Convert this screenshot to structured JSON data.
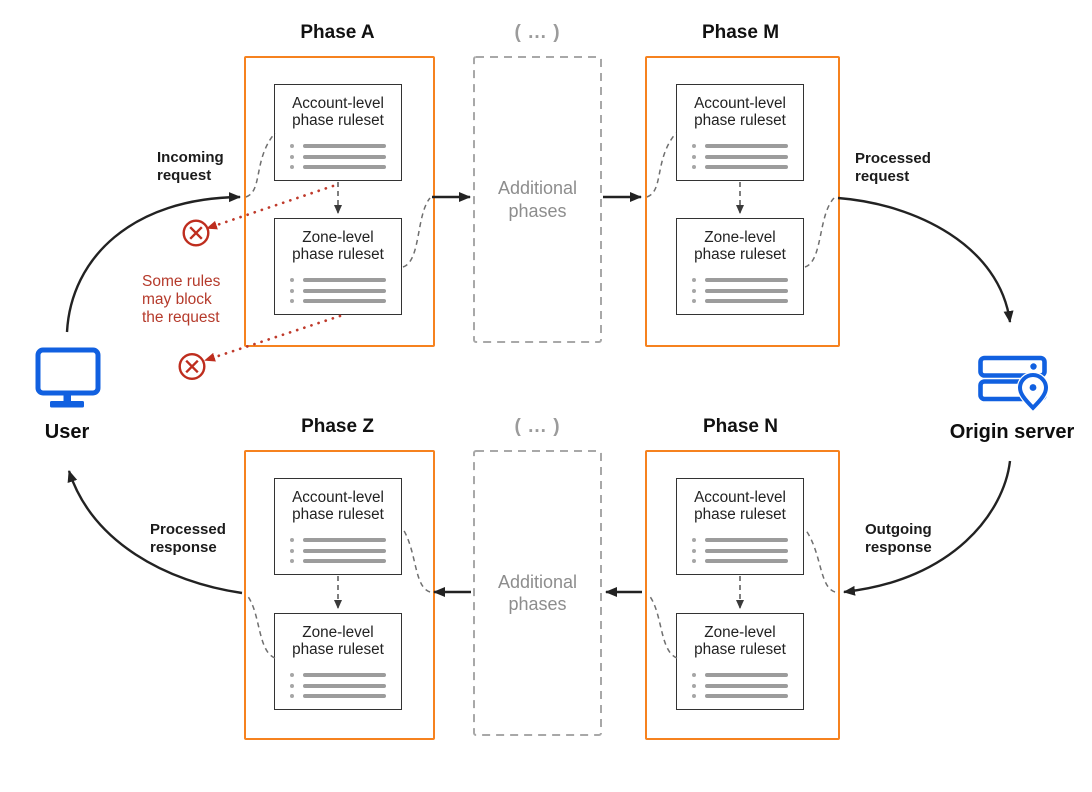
{
  "colors": {
    "orange": "#f6821f",
    "blue": "#1160e0",
    "red": "#b53a2b",
    "gray": "#8f8f8f",
    "black": "#1b1b1b"
  },
  "phases": {
    "a": "Phase A",
    "m": "Phase M",
    "z": "Phase Z",
    "n": "Phase N"
  },
  "ellipsis": "( ... )",
  "additional_phases": "Additional\nphases",
  "ruleset": {
    "account": "Account-level\nphase ruleset",
    "zone": "Zone-level\nphase ruleset"
  },
  "labels": {
    "incoming": "Incoming\nrequest",
    "processed_request": "Processed\nrequest",
    "outgoing": "Outgoing\nresponse",
    "processed_response": "Processed\nresponse",
    "block_note": "Some rules\nmay block\nthe request",
    "user": "User",
    "origin": "Origin server"
  }
}
